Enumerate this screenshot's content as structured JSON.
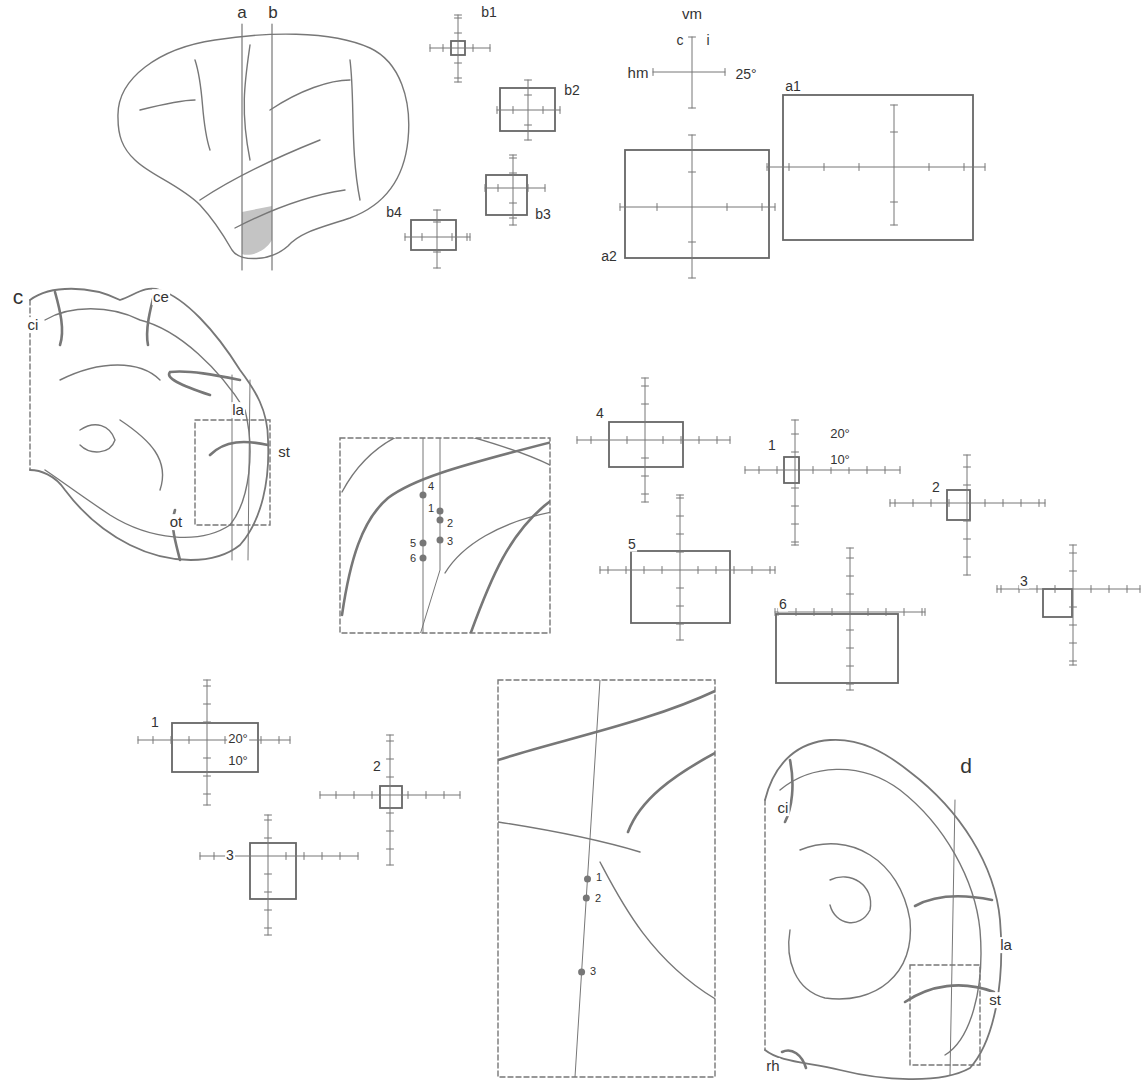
{
  "diagram": {
    "labels": [
      "a",
      "b",
      "b1",
      "vm",
      "c",
      "i",
      "hm",
      "25°",
      "a1",
      "b2",
      "b3",
      "b4",
      "a2",
      "c",
      "ci",
      "ce",
      "la",
      "st",
      "ot",
      "4",
      "1",
      "2",
      "5",
      "6",
      "3",
      "4",
      "20°",
      "10°",
      "1",
      "2",
      "5",
      "6",
      "3",
      "1",
      "20°",
      "10°",
      "2",
      "3",
      "1",
      "2",
      "3",
      "d",
      "ci",
      "la",
      "st",
      "rh"
    ]
  }
}
